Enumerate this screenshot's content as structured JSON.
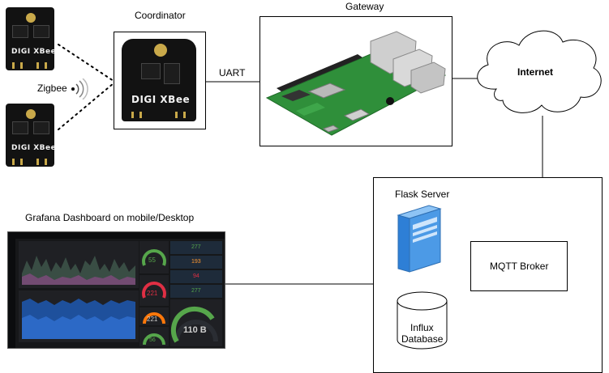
{
  "labels": {
    "coordinator": "Coordinator",
    "gateway": "Gateway",
    "zigbee": "Zigbee",
    "uart": "UART",
    "internet": "Internet",
    "flask_server": "Flask Server",
    "mqtt_broker": "MQTT Broker",
    "influx_line1": "Influx",
    "influx_line2": "Database",
    "grafana": "Grafana  Dashboard  on mobile/Desktop"
  },
  "xbee_logo": "DIGI XBee",
  "dashboard": {
    "gauges": [
      "55",
      "221",
      "221",
      "56"
    ],
    "stats": [
      "277",
      "193",
      "94",
      "277"
    ],
    "big_value": "110 B"
  },
  "colors": {
    "rpi_green": "#2f8f3a",
    "dashboard_bg": "#161719",
    "server_blue": "#2e7fd6",
    "gauge_green": "#56a64b",
    "gauge_red": "#e02f44",
    "gauge_orange": "#ff780a"
  }
}
